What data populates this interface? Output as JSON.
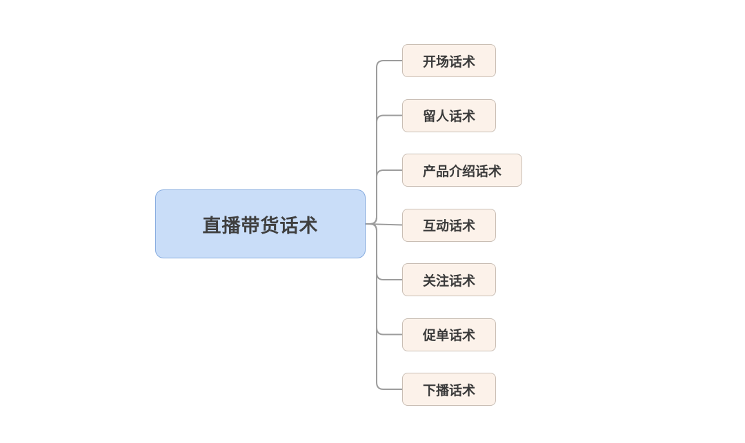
{
  "diagram": {
    "type": "mindmap",
    "root": {
      "label": "直播带货话术"
    },
    "children": [
      {
        "label": "开场话术"
      },
      {
        "label": "留人话术"
      },
      {
        "label": "产品介绍话术"
      },
      {
        "label": "互动话术"
      },
      {
        "label": "关注话术"
      },
      {
        "label": "促单话术"
      },
      {
        "label": "下播话术"
      }
    ],
    "colors": {
      "background": "#ffffff",
      "root_fill": "#c9ddf8",
      "root_border": "#85abdf",
      "root_text": "#3f3f3f",
      "child_fill": "#fcf2ea",
      "child_border": "#c9beb4",
      "child_text": "#3a3a3a",
      "connector": "#9c9c9c"
    }
  }
}
